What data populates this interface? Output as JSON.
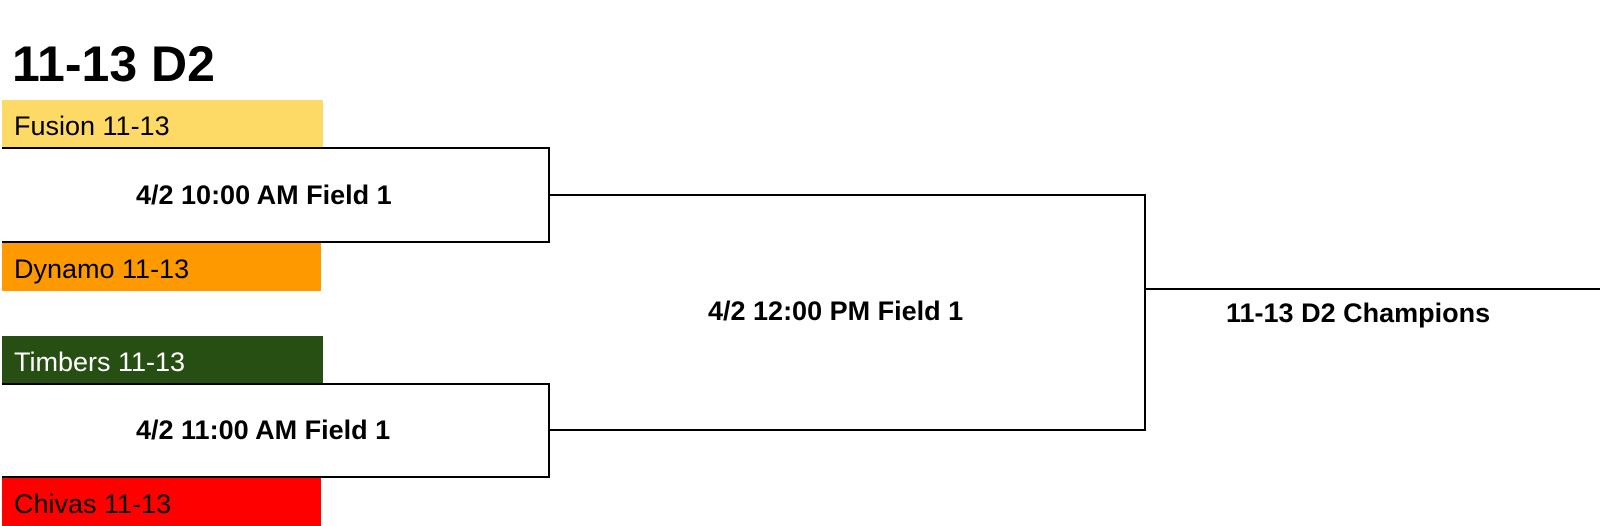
{
  "bracket": {
    "title": "11-13 D2",
    "teams": [
      {
        "name": "Fusion 11-13",
        "color": "#FDD966",
        "text_color": "#000000"
      },
      {
        "name": "Dynamo 11-13",
        "color": "#FF9900",
        "text_color": "#000000"
      },
      {
        "name": "Timbers 11-13",
        "color": "#274E13",
        "text_color": "#FFFFFF"
      },
      {
        "name": "Chivas 11-13",
        "color": "#FF0000",
        "text_color": "#000000"
      }
    ],
    "matches": {
      "semi1": "4/2 10:00 AM Field 1",
      "semi2": "4/2 11:00 AM Field 1",
      "final": "4/2 12:00 PM Field 1"
    },
    "champion_label": "11-13 D2 Champions"
  }
}
